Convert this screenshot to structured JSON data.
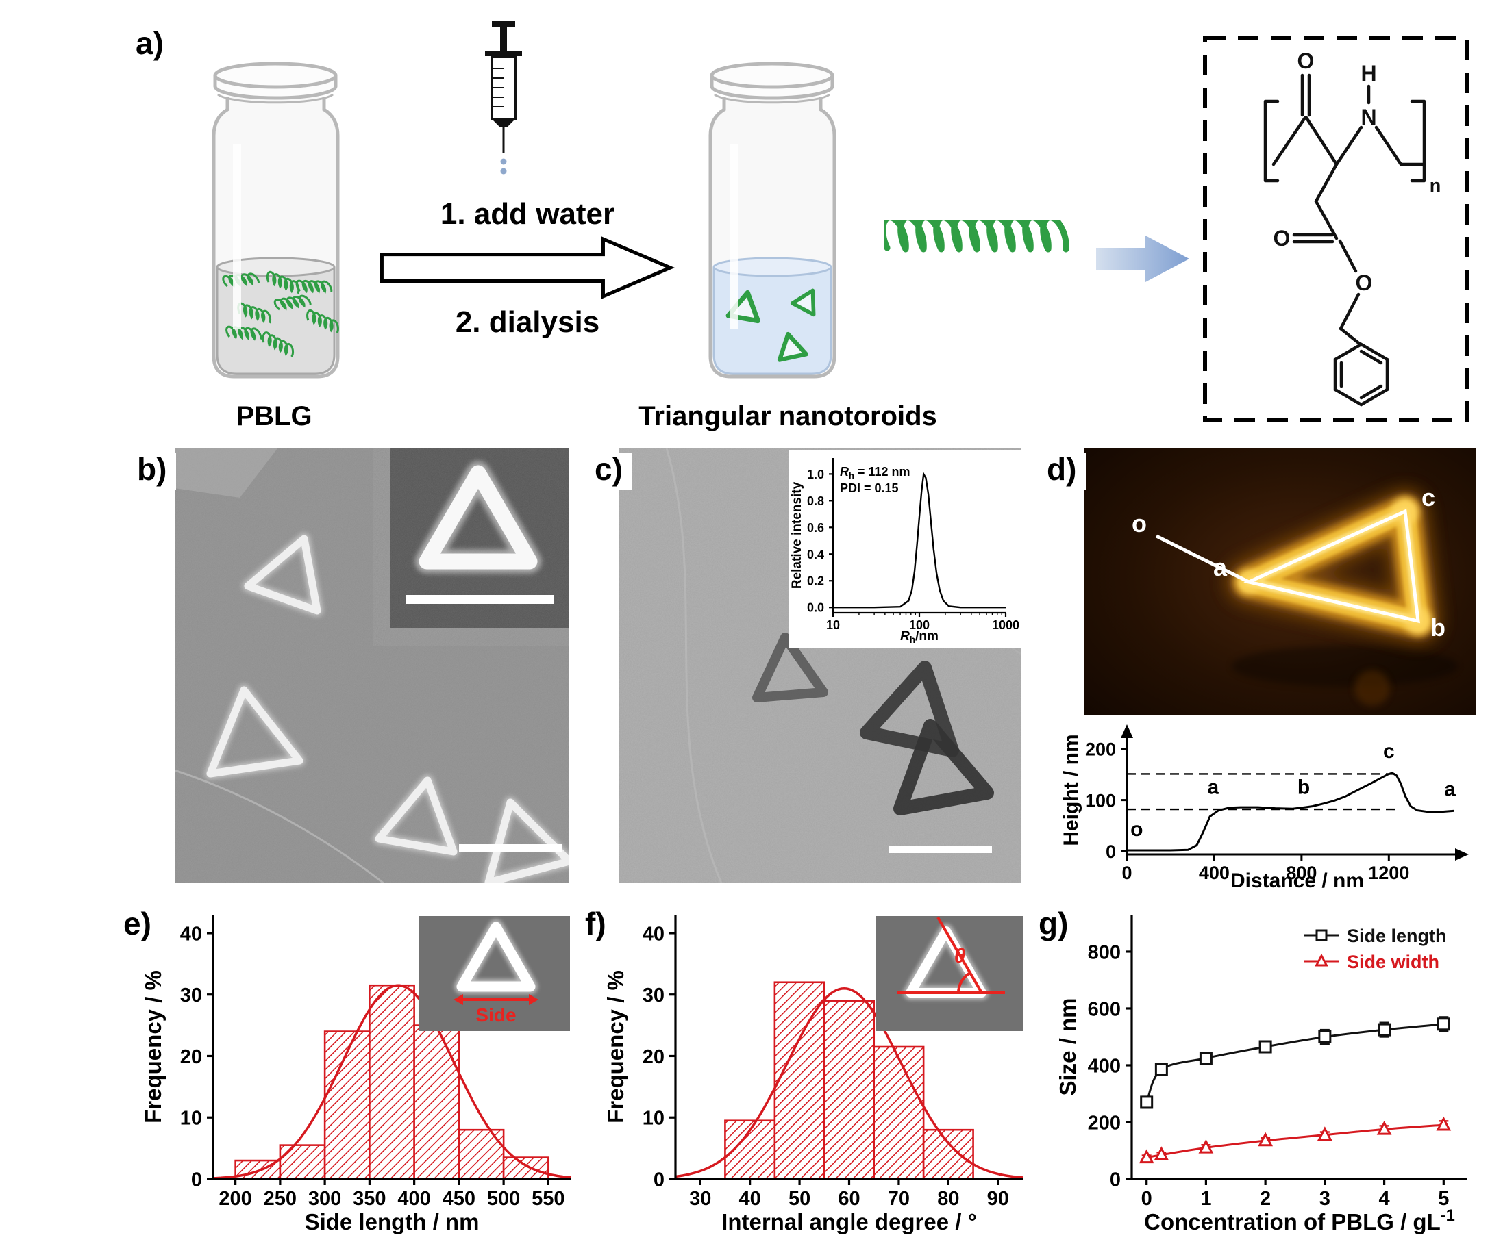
{
  "panels": {
    "a": "a)",
    "b": "b)",
    "c": "c)",
    "d": "d)",
    "e": "e)",
    "f": "f)",
    "g": "g)"
  },
  "schematic": {
    "step1": "1. add water",
    "step2": "2. dialysis",
    "left_title": "PBLG",
    "right_title": "Triangular nanotoroids",
    "structure": {
      "carbonyl_o": "O",
      "amide_h": "H",
      "amide_n": "N",
      "repeat_sub": "n",
      "ester_dbl_o": "O",
      "ester_o": "O"
    }
  },
  "afm": {
    "labels": {
      "o": "o",
      "a": "a",
      "b": "b",
      "c": "c"
    }
  },
  "insets": {
    "side_label": "Side",
    "theta_label": "θ"
  },
  "colors": {
    "accent_red": "#d6191f",
    "green": "#2f9e44",
    "gold": "#f0bd38"
  },
  "chart_data": [
    {
      "id": "dls",
      "type": "line",
      "xscale": "log",
      "x": [
        10,
        30,
        60,
        75,
        82,
        88,
        94,
        100,
        106,
        112,
        119,
        127,
        136,
        146,
        158,
        172,
        190,
        220,
        300,
        600,
        1000
      ],
      "y": [
        0,
        0,
        0.005,
        0.05,
        0.13,
        0.27,
        0.47,
        0.68,
        0.87,
        1.0,
        0.97,
        0.85,
        0.65,
        0.44,
        0.26,
        0.13,
        0.05,
        0.01,
        0,
        0,
        0
      ],
      "xlim": [
        10,
        1000
      ],
      "ylim": [
        -0.04,
        1.12
      ],
      "xticks": [
        10,
        100,
        1000
      ],
      "xtick_labels": [
        "10",
        "100",
        "1000"
      ],
      "yticks": [
        0,
        0.2,
        0.4,
        0.6,
        0.8,
        1.0
      ],
      "ytick_labels": [
        "0.0",
        "0.2",
        "0.4",
        "0.6",
        "0.8",
        "1.0"
      ],
      "ylabel": "Relative intensity",
      "xlabel_rich": [
        [
          "R",
          "i"
        ],
        [
          "h",
          "sub"
        ],
        [
          "/nm",
          ""
        ]
      ],
      "annotation_rich": [
        [
          [
            "R",
            "i"
          ],
          [
            "h",
            "sub"
          ],
          [
            " = 112 nm",
            ""
          ]
        ],
        [
          [
            "PDI = 0.15",
            ""
          ]
        ]
      ],
      "line_color": "#000000"
    },
    {
      "id": "height_profile",
      "type": "line",
      "x": [
        0,
        100,
        200,
        280,
        320,
        350,
        380,
        420,
        470,
        520,
        600,
        680,
        760,
        800,
        850,
        900,
        950,
        1000,
        1060,
        1120,
        1160,
        1195,
        1215,
        1235,
        1255,
        1275,
        1300,
        1330,
        1380,
        1440,
        1500
      ],
      "y": [
        2,
        2,
        2,
        3,
        12,
        38,
        68,
        80,
        85,
        86,
        86,
        84,
        83,
        85,
        88,
        93,
        99,
        107,
        120,
        133,
        142,
        150,
        153,
        148,
        132,
        108,
        88,
        80,
        77,
        77,
        79
      ],
      "xlim": [
        0,
        1560
      ],
      "ylim": [
        -6,
        245
      ],
      "xticks": [
        0,
        400,
        800,
        1200
      ],
      "yticks": [
        0,
        100,
        200
      ],
      "xlabel": "Distance / nm",
      "ylabel": "Height / nm",
      "dashed_levels": [
        {
          "y": 82,
          "x1": 0,
          "x2": 1235
        },
        {
          "y": 151,
          "x1": 0,
          "x2": 1235
        }
      ],
      "point_labels": [
        {
          "t": "o",
          "x": 45,
          "y": 30
        },
        {
          "t": "a",
          "x": 395,
          "y": 112
        },
        {
          "t": "b",
          "x": 810,
          "y": 112
        },
        {
          "t": "c",
          "x": 1200,
          "y": 182
        },
        {
          "t": "a",
          "x": 1480,
          "y": 108
        }
      ],
      "axis_arrows": true,
      "line_color": "#000000"
    },
    {
      "id": "side_length_hist",
      "type": "bar",
      "bin_edges": [
        200,
        250,
        300,
        350,
        400,
        450,
        500,
        550
      ],
      "values": [
        3,
        5.5,
        24,
        31.5,
        25,
        8,
        3.5
      ],
      "fit": {
        "amp": 31.5,
        "mu": 382,
        "sigma": 62
      },
      "xlim": [
        175,
        575
      ],
      "ylim": [
        0,
        43
      ],
      "xticks": [
        200,
        250,
        300,
        350,
        400,
        450,
        500,
        550
      ],
      "yticks": [
        0,
        10,
        20,
        30,
        40
      ],
      "xlabel": "Side length / nm",
      "ylabel": "Frequency / %",
      "bar_color": "#d6191f"
    },
    {
      "id": "angle_hist",
      "type": "bar",
      "bin_edges": [
        35,
        45,
        55,
        65,
        75,
        85
      ],
      "values": [
        9.5,
        32,
        29,
        21.5,
        8
      ],
      "fit": {
        "amp": 31,
        "mu": 59,
        "sigma": 11.5
      },
      "xlim": [
        25,
        95
      ],
      "ylim": [
        0,
        43
      ],
      "xticks": [
        30,
        40,
        50,
        60,
        70,
        80,
        90
      ],
      "yticks": [
        0,
        10,
        20,
        30,
        40
      ],
      "xlabel": "Internal angle degree / °",
      "ylabel": "Frequency / %",
      "bar_color": "#d6191f"
    },
    {
      "id": "size_vs_conc",
      "type": "scatter-line",
      "x": [
        0,
        0.25,
        1,
        2,
        3,
        4,
        5
      ],
      "series": [
        {
          "name": "Side length",
          "color": "#111111",
          "marker": "square",
          "y": [
            270,
            385,
            425,
            465,
            500,
            525,
            545
          ],
          "err": [
            20,
            20,
            20,
            20,
            25,
            25,
            25
          ]
        },
        {
          "name": "Side width",
          "color": "#d6191f",
          "marker": "triangle",
          "y": [
            75,
            85,
            110,
            135,
            155,
            175,
            190
          ],
          "err": [
            8,
            8,
            10,
            10,
            10,
            12,
            14
          ]
        }
      ],
      "xlim": [
        -0.25,
        5.4
      ],
      "ylim": [
        0,
        930
      ],
      "xticks": [
        0,
        1,
        2,
        3,
        4,
        5
      ],
      "yticks": [
        0,
        200,
        400,
        600,
        800
      ],
      "xlabel_rich": [
        [
          "Concentration of PBLG / gL",
          ""
        ],
        [
          "-1",
          "sup"
        ]
      ],
      "ylabel": "Size / nm"
    }
  ]
}
